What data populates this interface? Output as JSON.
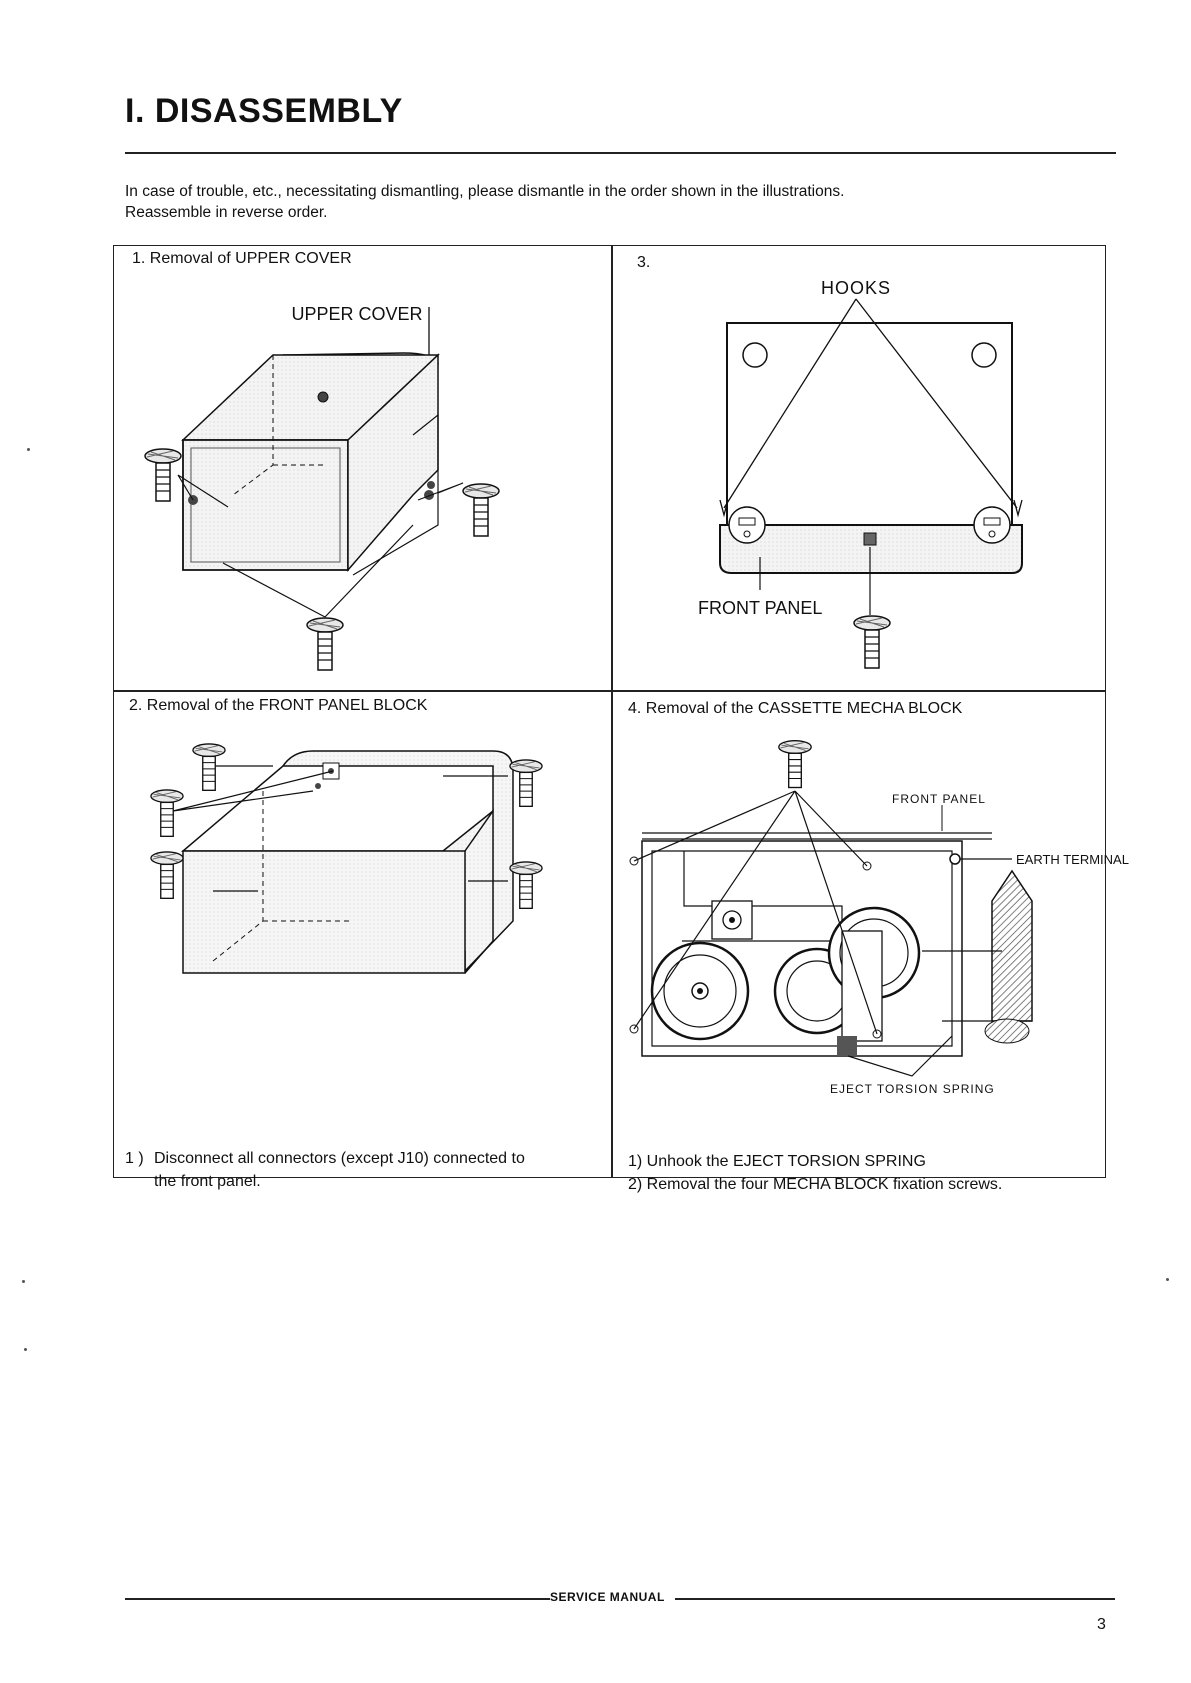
{
  "title": "I. DISASSEMBLY",
  "intro": {
    "line1": "In case of trouble, etc., necessitating dismantling, please dismantle in the order shown in the illustrations.",
    "line2": "Reassemble in reverse order."
  },
  "panels": {
    "p1": {
      "caption": "1. Removal of UPPER COVER",
      "labels": {
        "upper_cover": "UPPER COVER"
      }
    },
    "p2": {
      "caption": "2. Removal of the FRONT PANEL BLOCK",
      "note_num": "1 )",
      "note_line1": "Disconnect all connectors (except J10) connected to",
      "note_line2": "the front panel."
    },
    "p3": {
      "caption": "3.",
      "labels": {
        "hooks": "HOOKS",
        "front_panel": "FRONT PANEL"
      }
    },
    "p4": {
      "caption": "4. Removal of the CASSETTE MECHA BLOCK",
      "labels": {
        "front_panel": "FRONT PANEL",
        "earth_terminal": "EARTH TERMINAL",
        "eject_spring": "EJECT TORSION SPRING"
      },
      "notes": [
        "1) Unhook the EJECT TORSION SPRING",
        "2) Removal the four MECHA BLOCK fixation screws."
      ]
    }
  },
  "footer": {
    "label": "SERVICE MANUAL",
    "page": "3"
  }
}
